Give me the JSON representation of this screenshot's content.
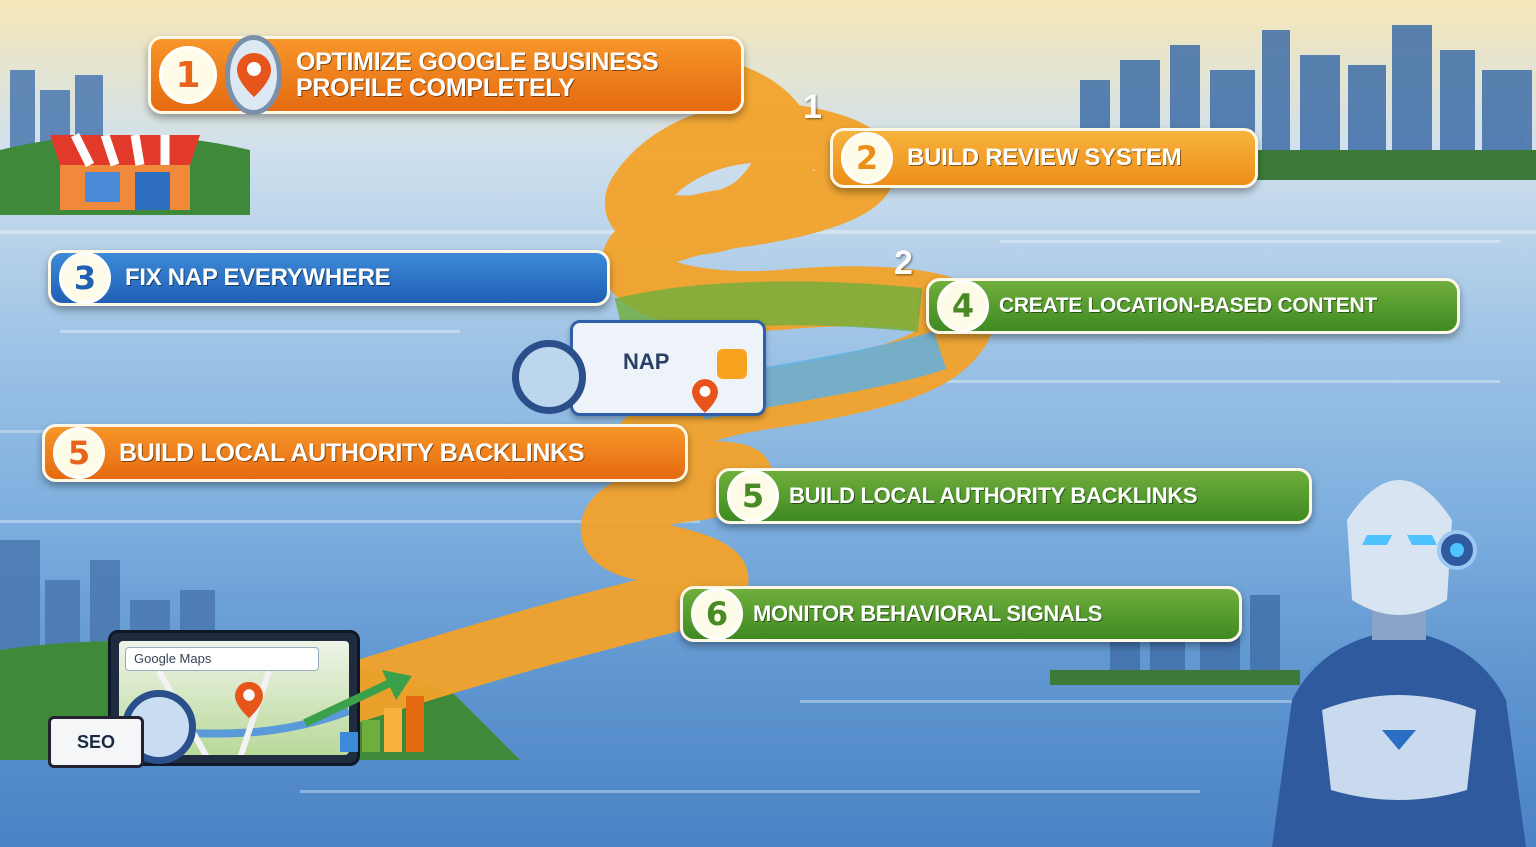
{
  "steps": [
    {
      "number": "1",
      "label": "Optimize Google Business Profile Completely",
      "color": "#e56a10"
    },
    {
      "number": "2",
      "label": "Build Review System",
      "color": "#f2a22a"
    },
    {
      "number": "3",
      "label": "Fix NAP Everywhere",
      "color": "#2a6fc4"
    },
    {
      "number": "4",
      "label": "Create Location-Based Content",
      "color": "#4a962a"
    },
    {
      "number": "5",
      "label": "Build Local Authority Backlinks",
      "color": "#e56a10"
    },
    {
      "number": "5",
      "label": "Build Local Authority Backlinks",
      "color": "#4a962a"
    },
    {
      "number": "6",
      "label": "Monitor Behavioral Signals",
      "color": "#4a962a"
    }
  ],
  "road_markers": [
    "1",
    "2"
  ],
  "nap_card": {
    "label": "NAP"
  },
  "laptop": {
    "search_text": "Google Maps",
    "seo_badge": "SEO"
  },
  "icons": [
    "location-pin-icon",
    "magnifier-icon",
    "storefront-icon",
    "robot-figure",
    "bar-chart-icon"
  ]
}
